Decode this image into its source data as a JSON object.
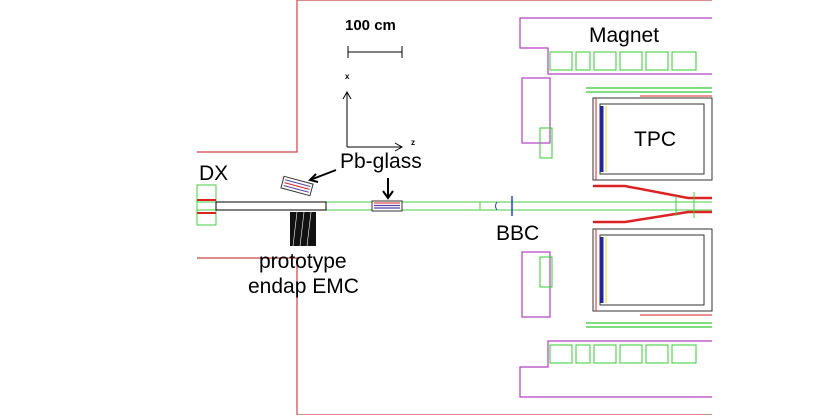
{
  "scale_bar": {
    "label": "100 cm"
  },
  "axes": {
    "x_label": "x",
    "z_label": "z"
  },
  "labels": {
    "magnet": "Magnet",
    "tpc": "TPC",
    "dx": "DX",
    "pb_glass": "Pb-glass",
    "bbc": "BBC",
    "prototype_line1": "prototype",
    "prototype_line2": "endap EMC"
  },
  "colors": {
    "hall_wall": "#cc4444",
    "magnet_yoke": "#b040c0",
    "magnet_coil": "#33cc33",
    "tpc_frame": "#333333",
    "tpc_field_cage": "#2222aa",
    "beam_pipe": "#44cc44",
    "cone": "#dd2222",
    "dx_magnet": "#dd2222",
    "pb_glass_blocks": "#5544aa",
    "prototype_module": "#111111"
  }
}
